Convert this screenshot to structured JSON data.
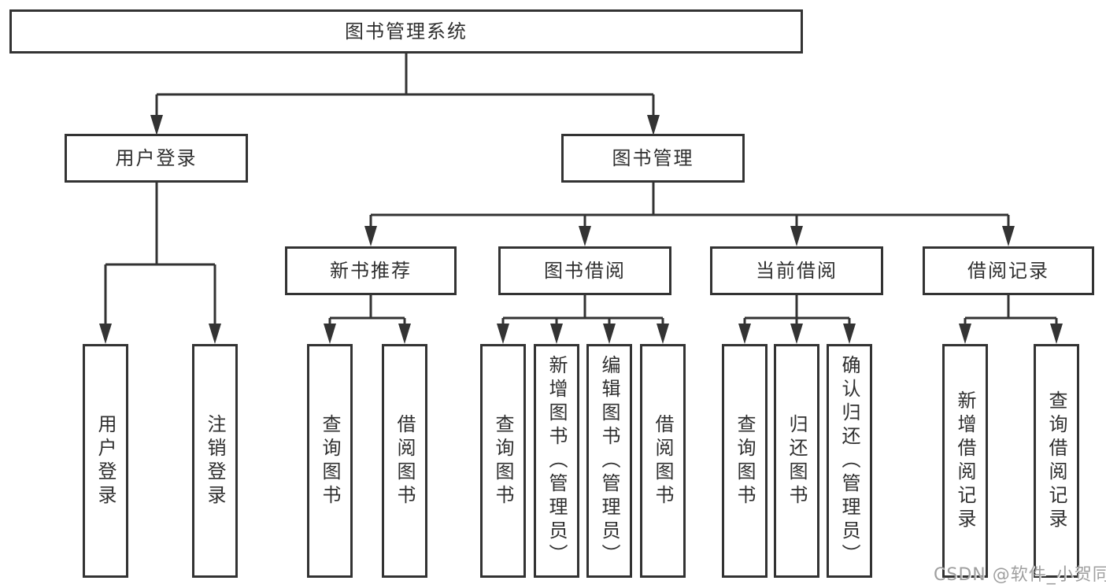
{
  "tree": {
    "root": "图书管理系统",
    "branches": [
      {
        "label": "用户登录",
        "children": [
          "用户登录",
          "注销登录"
        ]
      },
      {
        "label": "图书管理",
        "modules": [
          {
            "label": "新书推荐",
            "children": [
              "查询图书",
              "借阅图书"
            ]
          },
          {
            "label": "图书借阅",
            "children": [
              "查询图书",
              "新增图书（管理员）",
              "编辑图书（管理员）",
              "借阅图书"
            ]
          },
          {
            "label": "当前借阅",
            "children": [
              "查询图书",
              "归还图书",
              "确认归还（管理员）"
            ]
          },
          {
            "label": "借阅记录",
            "children": [
              "新增借阅记录",
              "查询借阅记录"
            ]
          }
        ]
      }
    ]
  },
  "watermark": {
    "text": "CSDN @软件_小贺同学"
  },
  "colors": {
    "line": "#333333",
    "border": "#333333",
    "text": "#2f2f2f",
    "watermark": "#9f9f9f",
    "background": "#ffffff"
  }
}
